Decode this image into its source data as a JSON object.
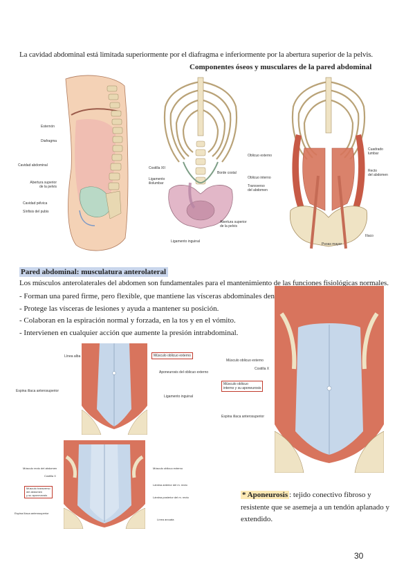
{
  "intro_text": "La cavidad abdominal está limitada superiormente por el diafragma e inferiormente por la abertura superior de la pelvis.",
  "components_title": "Componentes óseos y musculares de la pared abdominal",
  "fig1_labels": {
    "tabique": "Esternón",
    "diafragma": "Diafragma",
    "cavidad": "Cavidad abdominal",
    "abertura": "Abertura superior\nde la pelvis",
    "cavidad_pelvica": "Cavidad pélvica",
    "sinfisis": "Sínfisis del pubis"
  },
  "fig2_labels": {
    "costilla": "Costilla XII",
    "borde": "Borde costal",
    "ligamento_ilio": "Ligamento\niliolumbar",
    "abertura_pelvis": "Abertura superior\nde la pelvis",
    "ligamento_inguinal": "Ligamento inguinal"
  },
  "fig3_labels": {
    "obliquo_externo": "Oblicuo externo",
    "cuadrado": "Cuadrado\nlumbar",
    "recto": "Recto\ndel abdomen",
    "obliquo_interno": "Oblicuo interno",
    "transverso": "Transverso\ndel abdomen",
    "iliaco": "Ilíaco",
    "psoas": "Psoas mayor"
  },
  "section_heading": "Pared abdominal: musculatura anterolateral",
  "section_paragraph": "Los músculos anterolaterales del abdomen son fundamentales para el mantenimiento de las funciones fisiológicas normales.",
  "bullets": [
    "- Forman una pared firme, pero flexible, que mantiene las vísceras abdominales dentro de la cavidad abdominal.",
    "- Protege las vísceras de lesiones y ayuda a mantener su posición.",
    "- Colaboran en la espiración normal y forzada, en la tos y en el vómito.",
    "-  Intervienen en cualquier acción que aumente la presión intrabdominal."
  ],
  "fig4_labels": {
    "linea_alba": "Línea alba",
    "musculo_oblicuo_externo": "Músculo oblicuo externo",
    "aponeurosis": "Aponeurosis del oblicuo externo",
    "espina": "Espina ilíaca anterosuperior",
    "ligamento": "Ligamento inguinal"
  },
  "fig5_labels": {
    "musculo_oblicuo_externo": "Músculo oblicuo externo",
    "costilla_x": "Costilla X",
    "oblicuo_interno_box": "Músculo oblicuo\ninterno y su aponeurosis",
    "espina": "Espina ilíaca anterosuperior"
  },
  "fig6_labels": {
    "musculo_recto": "Músculo recto del abdomen",
    "costilla_x": "Costilla X",
    "transverso_box": "Músculo transverso\ndel abdomen\ny su aponeurosis",
    "espina": "Espina ilíaca anterosuperior",
    "oblicuo_externo": "Músculo oblicuo externo",
    "lamina_ant": "Lámina anterior del m. recto",
    "lamina_post": "Lámina posterior del m. recto",
    "linea_arcuata": "Línea arcuata"
  },
  "aponeurosis_term": "* Aponeurosis",
  "aponeurosis_def": ": tejido conectivo fibroso y resistente que se asemeja a un tendón  aplanado y extendido.",
  "page_number": "30",
  "colors": {
    "highlight_blue": "#c9d6ec",
    "highlight_yellow": "#fde9b4",
    "muscle_red": "#d86a52",
    "fascia_blue": "#c3d4e6",
    "bone": "#efe3c4",
    "box_red": "#c0392b"
  }
}
